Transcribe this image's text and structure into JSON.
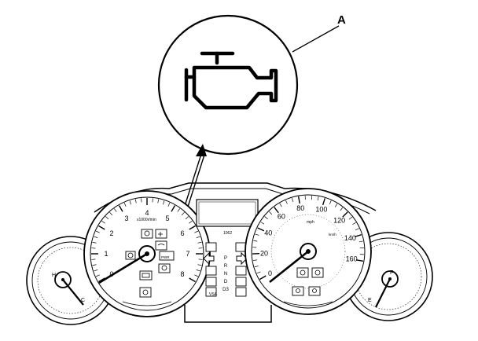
{
  "callout": {
    "label": "A"
  },
  "tachometer": {
    "ticks": [
      "0",
      "1",
      "2",
      "3",
      "4",
      "5",
      "6",
      "7",
      "8"
    ],
    "unit": "x1000r/min"
  },
  "speedometer": {
    "outer_ticks": [
      "0",
      "20",
      "40",
      "60",
      "80",
      "100",
      "120",
      "140",
      "160"
    ],
    "unit": "mph",
    "inner_unit": "km/h"
  },
  "center_display": {
    "text": "1062"
  },
  "temp_gauge": {
    "hot": "H",
    "cold": "C"
  },
  "fuel_gauge": {
    "full": "F",
    "empty": "E"
  },
  "gear_indicator": {
    "letters": [
      "P",
      "R",
      "N",
      "D",
      "D3"
    ]
  },
  "small_labels": {
    "vsa": "VSA",
    "pwr": "PWR"
  }
}
